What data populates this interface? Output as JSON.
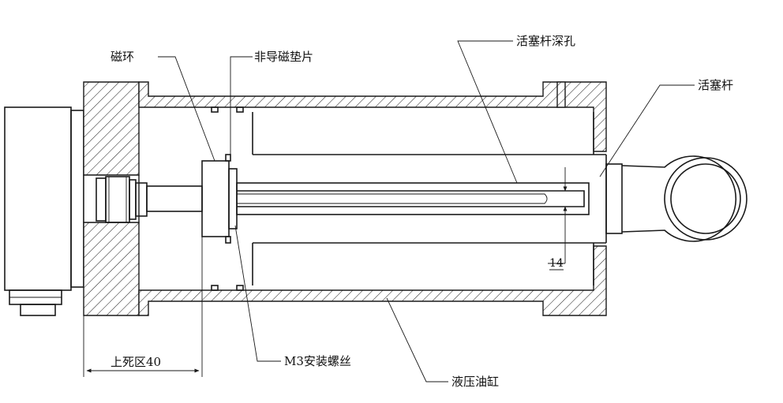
{
  "labels": {
    "magnet_ring": "磁环",
    "nonmagnetic_shim": "非导磁垫片",
    "piston_rod_deep_hole": "活塞杆深孔",
    "piston_rod": "活塞杆",
    "m3_screw": "M3安装螺丝",
    "hydraulic_cylinder": "液压油缸"
  },
  "dimensions": {
    "hole_offset": "14",
    "top_dead_zone": "上死区40"
  }
}
